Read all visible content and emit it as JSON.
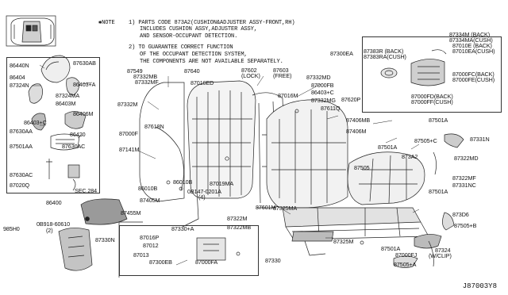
{
  "notes": {
    "star_label": "NOTE",
    "line1": "1) PARTS CODE 873A2(CUSHION&ADJUSTER ASSY-FRONT,RH)",
    "line2": "INCLUDES CUSHION ASSY,ADJUSTER ASSY,",
    "line3": "AND SENSOR-OCCUPANT DETECTION.",
    "line4": "2) TO GUARANTEE CORRECT FUNCTION",
    "line5": "OF THE OCCUPANT DETECTION SYSTEM,",
    "line6": "THE COMPONENTS ARE NOT AVAILABLE SEPARATELY."
  },
  "labels": {
    "l_86440N": "86440N",
    "l_87630AB": "87630AB",
    "l_86404": "86404",
    "l_86403A": "86403+A",
    "l_87324N": "87324N",
    "l_87324MA": "87324MA",
    "l_86403M": "86403M",
    "l_86406M": "86406M",
    "l_86403C": "86403+C",
    "l_87630AA": "87630AA",
    "l_86420": "86420",
    "l_87501AA": "87501AA",
    "l_87630AC_r": "87630AC",
    "l_87630AC_l": "87630AC",
    "l_87020Q": "87020Q",
    "l_SEC284": "SEC.284",
    "l_86400": "86400",
    "l_87549": "87549",
    "l_87332MB": "87332MB",
    "l_87332MF": "87332MF",
    "l_87640": "87640",
    "l_87010ED": "87010ED",
    "l_87332M": "87332M",
    "l_87618N": "87618N",
    "l_87000F": "87000F",
    "l_87141M": "87141M",
    "l_86010B_a": "86010B",
    "l_86010B_b": "86010B",
    "l_87019MA": "87019MA",
    "l_08147": "0B147-0201A",
    "l_08147q": "(4)",
    "l_87405M": "87405M",
    "l_87455M": "87455M",
    "l_08918": "0B918-60610",
    "l_08918q": "(2)",
    "l_985H0": "985H0",
    "l_87330N": "87330N",
    "l_87330A": "87330+A",
    "l_87016P": "87016P",
    "l_87012": "87012",
    "l_87013": "87013",
    "l_87300EB": "87300EB",
    "l_87000FA": "87000FA",
    "l_87330": "87330",
    "l_87322M": "87322M",
    "l_87322MB": "87322MB",
    "l_87601M": "87601M",
    "l_87602": "87602",
    "l_lock": "(LOCK)",
    "l_87603": "87603",
    "l_free": "(FREE)",
    "l_87332MD": "87332MD",
    "l_87016M": "87016M",
    "l_86403C2": "86403+C",
    "l_87000FB": "87000FB",
    "l_87332MG": "87332MG",
    "l_87620P": "87620P",
    "l_87611Q": "87611Q",
    "l_87300EA": "87300EA",
    "l_87334M": "87334M (BACK)",
    "l_87334MA": "87334MA(CUSH)",
    "l_87383R": "87383R (BACK)",
    "l_87383RA": "87383RA(CUSH)",
    "l_87010E": "87010E (BACK)",
    "l_87010EA": "87010EA(CUSH)",
    "l_87000FC": "87000FC(BACK)",
    "l_87000FE": "87000FE(CUSH)",
    "l_87000FD": "87000FD(BACK)",
    "l_87000FF": "87000FF(CUSH)",
    "l_87406MB": "87406MB",
    "l_87501A_1": "87501A",
    "l_87406M": "87406M",
    "l_87501A_2": "87501A",
    "l_87505C": "87505+C",
    "l_87331N": "87331N",
    "l_873A2": "873A2",
    "l_87322MD": "87322MD",
    "l_87505": "87505",
    "l_87322MF": "87322MF",
    "l_87331NC": "87331NC",
    "l_87501A_3": "87501A",
    "l_87325MA": "87325MA",
    "l_873D6": "873D6",
    "l_87505B": "87505+B",
    "l_87325M": "87325M",
    "l_87501A_4": "87501A",
    "l_87000FJ": "87000FJ",
    "l_87324": "87324",
    "l_87324w": "(W/CLIP)",
    "l_87505A": "87505+A",
    "diagram_code": "J87003Y8"
  },
  "colors": {
    "line": "#222222",
    "fill_light": "#d9d9d9",
    "fill_mid": "#9a9a9a",
    "background": "#ffffff"
  }
}
